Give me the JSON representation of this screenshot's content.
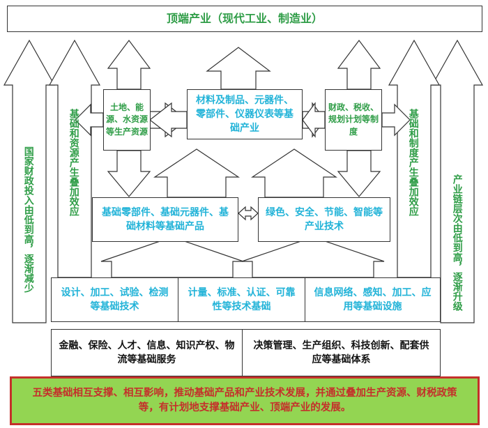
{
  "top_banner": "顶端产业（现代工业、制造业）",
  "left_outer_arrow": "国家财政投入由低到高，逐渐减少",
  "left_inner_arrow": "基础和资源产生叠加效应",
  "right_inner_arrow": "基础和制度产生叠加效应",
  "right_outer_arrow": "产业链层次由低到高，逐渐升级",
  "box_land": "土地、能源、水资源等生产资源",
  "box_materials": "材料及制品、元器件、零部件、仪器仪表等基础产业",
  "box_finance": "财政、税收、规划计划等制度",
  "box_components": "基础零部件、基础元器件、基础材料等基础产品",
  "box_green": "绿色、安全、节能、智能等产业技术",
  "box_design": "设计、加工、试验、检测等基础技术",
  "box_metrology": "计量、标准、认证、可靠性等技术基础",
  "box_network": "信息网络、感知、加工、应用等基础设施",
  "box_services": "金融、保险、人才、信息、知识产权、物流等基础服务",
  "box_management": "决策管理、生产组织、科技创新、配套供应等基础体系",
  "summary": "五类基础相互支撑、相互影响，推动基础产品和产业技术发展，并通过叠加生产资源、财税政策等，有计划地支撑基础产业、顶端产业的发展。"
}
